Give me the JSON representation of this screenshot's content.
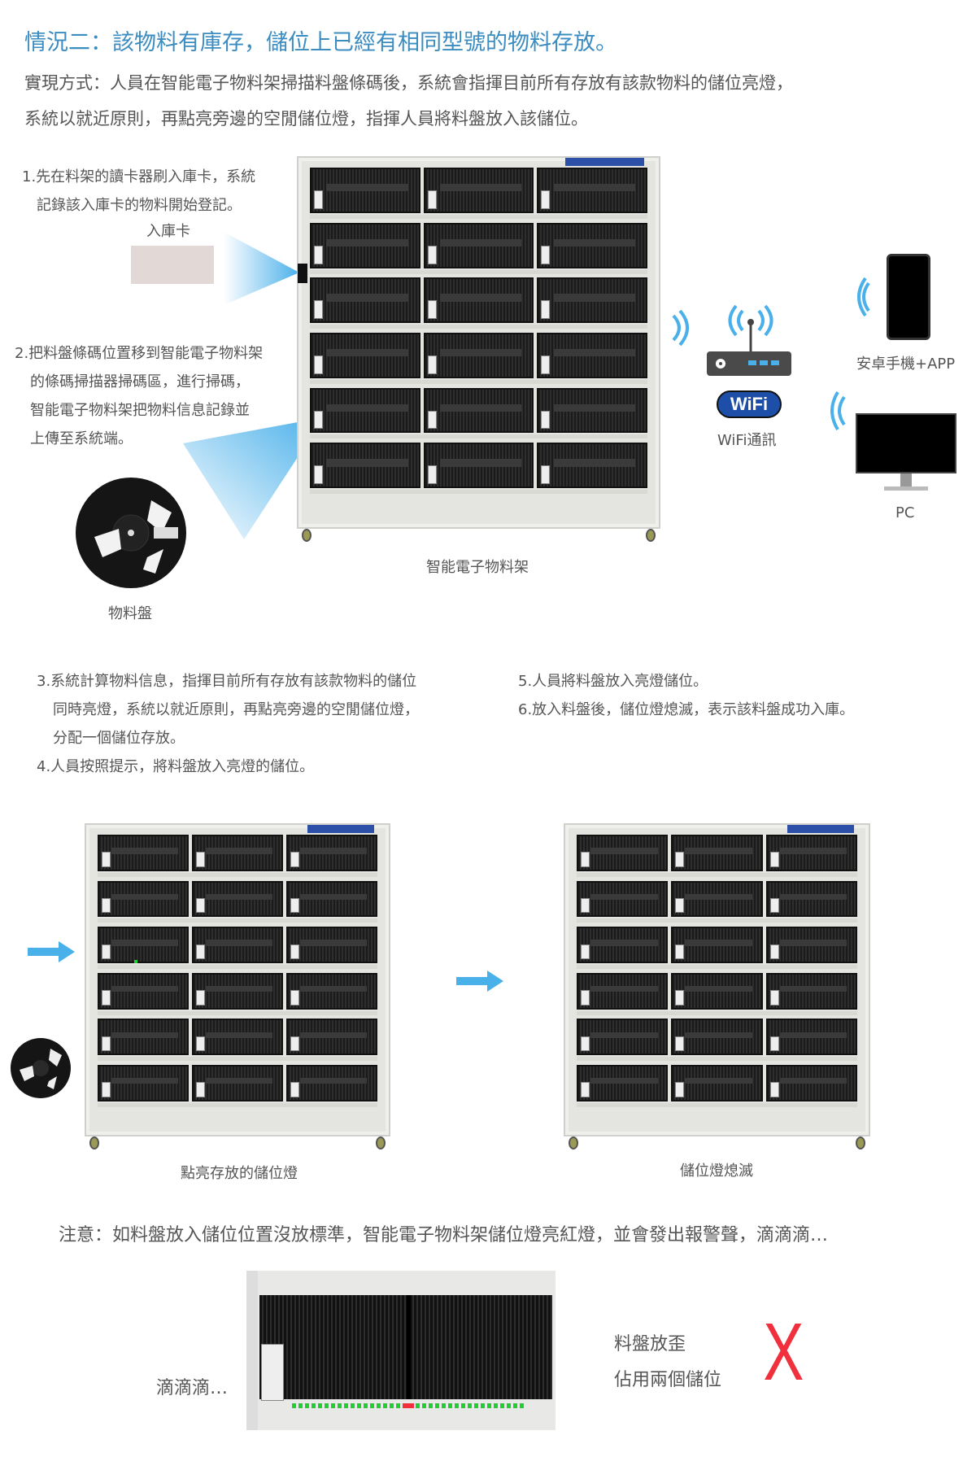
{
  "header": {
    "title": "情況二：該物料有庫存，儲位上已經有相同型號的物料存放。",
    "subtitle_line1": "實現方式：人員在智能電子物料架掃描料盤條碼後，系統會指揮目前所有存放有該款物料的儲位亮燈，",
    "subtitle_line2": "系統以就近原則，再點亮旁邊的空閒儲位燈，指揮人員將料盤放入該儲位。"
  },
  "steps_top": {
    "step1_line1": "1.先在料架的讀卡器刷入庫卡，系統",
    "step1_line2": "記錄該入庫卡的物料開始登記。",
    "card_label": "入庫卡",
    "step2_line1": "2.把料盤條碼位置移到智能電子物料架",
    "step2_line2": "的條碼掃描器掃碼區，進行掃碼，",
    "step2_line3": "智能電子物料架把物料信息記錄並",
    "step2_line4": "上傳至系統端。",
    "reel_label": "物料盤",
    "rack_label": "智能電子物料架",
    "wifi_logo": "WiFi",
    "wifi_label": "WiFi通訊",
    "phone_label": "安卓手機+APP",
    "pc_label": "PC"
  },
  "steps_middle": {
    "step3_line1": "3.系統計算物料信息，指揮目前所有存放有該款物料的儲位",
    "step3_line2": "同時亮燈，系統以就近原則，再點亮旁邊的空閒儲位燈，",
    "step3_line3": "分配一個儲位存放。",
    "step4": "4.人員按照提示，將料盤放入亮燈的儲位。",
    "step5": "5.人員將料盤放入亮燈儲位。",
    "step6": "6.放入料盤後，儲位燈熄滅，表示該料盤成功入庫。"
  },
  "bottom": {
    "left_caption": "點亮存放的儲位燈",
    "right_caption": "儲位燈熄滅",
    "note": "注意：如料盤放入儲位位置沒放標準，智能電子物料架儲位燈亮紅燈，並會發出報警聲，滴滴滴…",
    "beep": "滴滴滴…",
    "error_line1": "料盤放歪",
    "error_line2": "佔用兩個儲位",
    "error_mark": "X"
  },
  "colors": {
    "accent": "#3b8cc0",
    "beam": "#4ab0ea",
    "error": "#f0303c",
    "led_green": "#22cc33"
  }
}
